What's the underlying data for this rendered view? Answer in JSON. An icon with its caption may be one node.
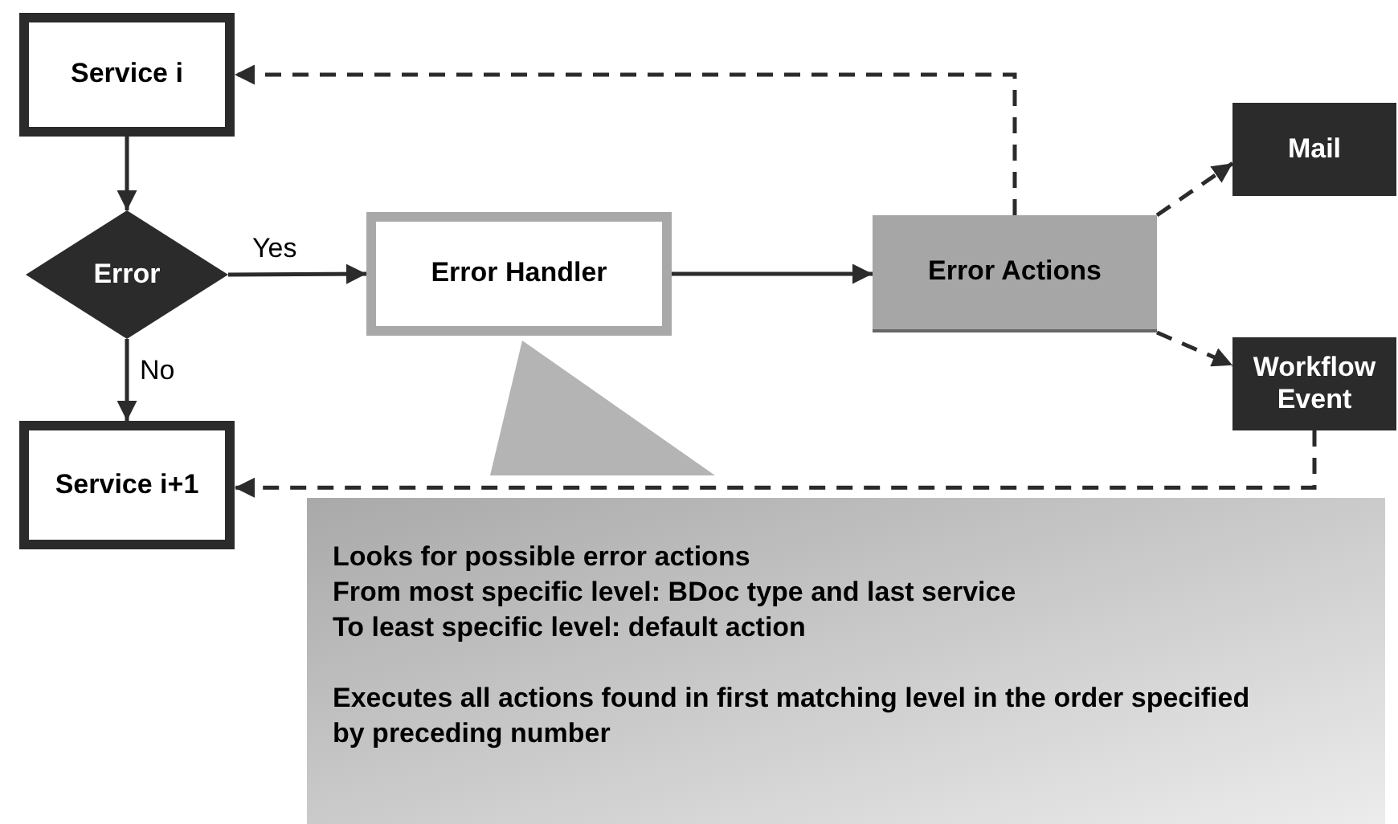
{
  "diagram": {
    "nodes": [
      {
        "text": [
          "Service i"
        ]
      },
      {
        "text": [
          "Error"
        ]
      },
      {
        "text": [
          "Service i+1"
        ]
      },
      {
        "text": [
          "Error Handler"
        ]
      },
      {
        "text": [
          "Error Actions"
        ]
      },
      {
        "text": [
          "Mail"
        ]
      },
      {
        "text": [
          "Workflow Event"
        ]
      },
      {
        "text": [
          "Looks for possible error actions",
          "From most specific level: BDoc type and last service",
          "To least specific level: default action",
          "Executes all actions found in first matching level in the order specified by preceding number"
        ]
      },
      {
        "text": [],
        "shape": "triangle"
      }
    ],
    "edges": [
      {
        "from": 0,
        "to": 1,
        "arrow": "to"
      },
      {
        "from": 1,
        "to": 3,
        "arrow": "to",
        "label": "Yes"
      },
      {
        "from": 1,
        "to": 2,
        "arrow": "to",
        "label": "No"
      },
      {
        "from": 3,
        "to": 4,
        "arrow": "to"
      },
      {
        "from": 4,
        "to": 0,
        "arrow": "to",
        "style": "dashed"
      },
      {
        "from": 4,
        "to": 5,
        "arrow": "to",
        "style": "dashed"
      },
      {
        "from": 4,
        "to": 6,
        "arrow": "to",
        "style": "dashed"
      },
      {
        "from": 6,
        "to": 2,
        "arrow": "to",
        "style": "dashed"
      }
    ]
  }
}
